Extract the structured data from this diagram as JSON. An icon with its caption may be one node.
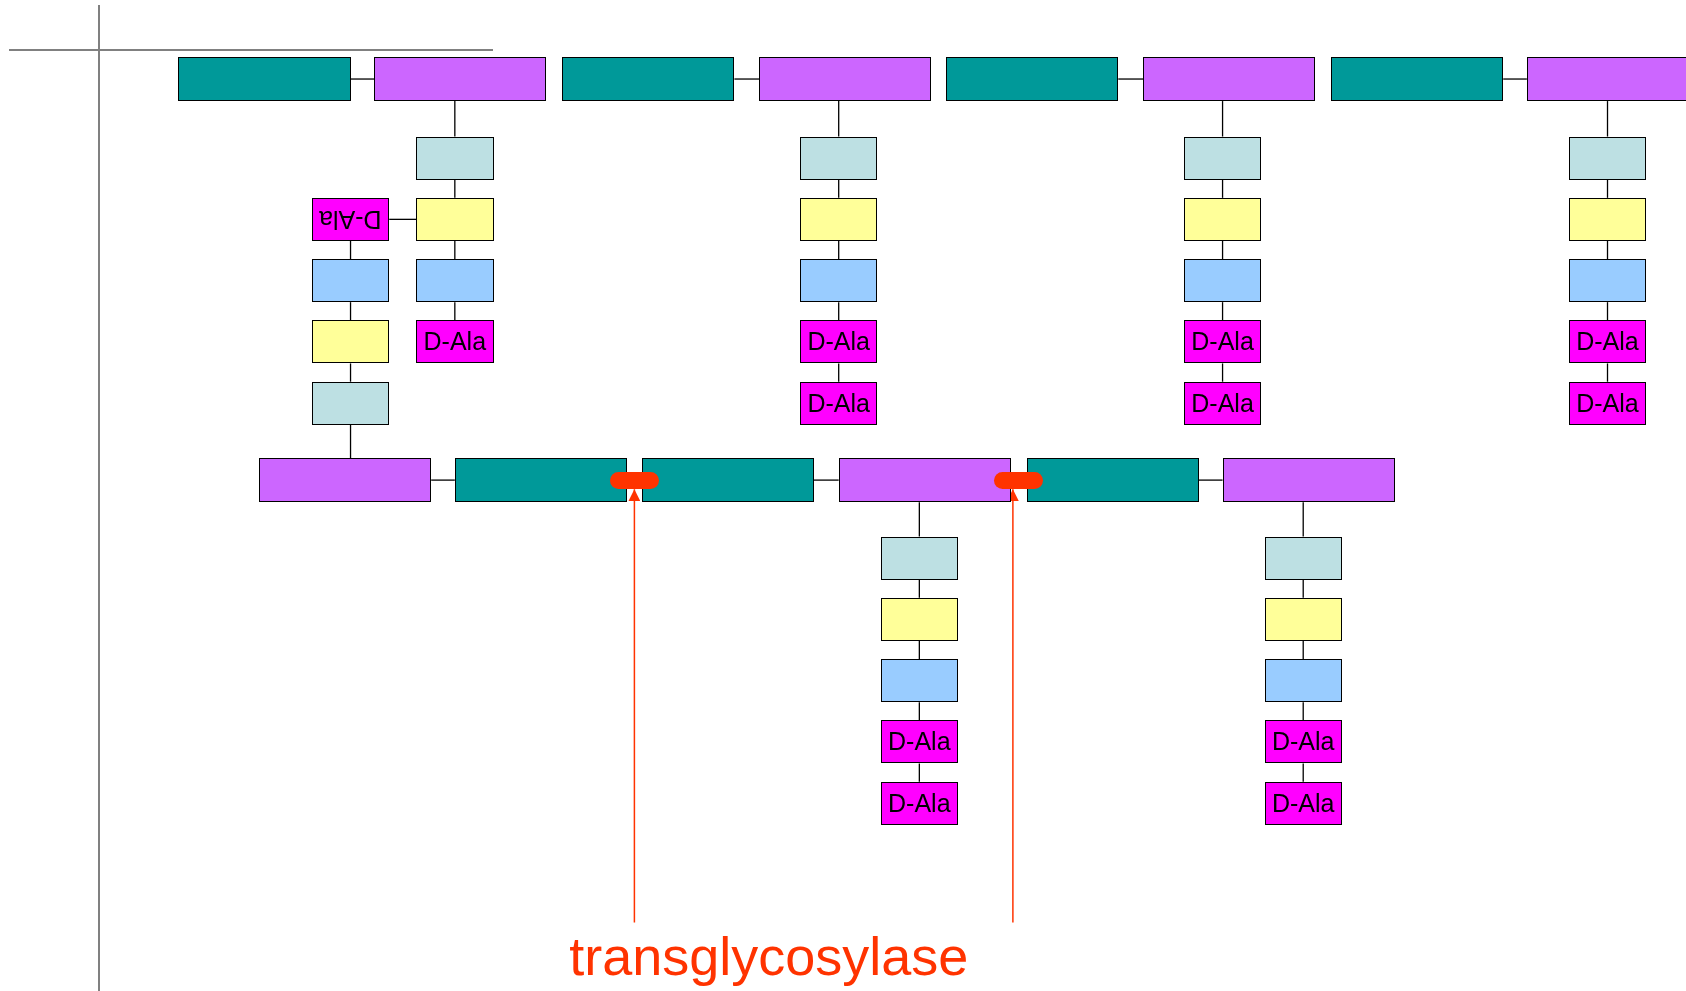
{
  "diagram": {
    "nodes": [
      {
        "text": [],
        "shape": "box"
      },
      {
        "text": [],
        "shape": "box"
      },
      {
        "text": [],
        "shape": "box"
      },
      {
        "text": [],
        "shape": "box"
      },
      {
        "text": [],
        "shape": "box"
      },
      {
        "text": [],
        "shape": "box"
      },
      {
        "text": [],
        "shape": "box"
      },
      {
        "text": [],
        "shape": "box"
      },
      {
        "text": [],
        "shape": "box"
      },
      {
        "text": [],
        "shape": "box"
      },
      {
        "text": [],
        "shape": "box"
      },
      {
        "text": [
          "D-Ala"
        ]
      },
      {
        "text": [
          "D-Ala"
        ]
      },
      {
        "text": [],
        "shape": "box"
      },
      {
        "text": [],
        "shape": "box"
      },
      {
        "text": [],
        "shape": "box"
      },
      {
        "text": [],
        "shape": "box"
      },
      {
        "text": [],
        "shape": "box"
      },
      {
        "text": [],
        "shape": "box"
      },
      {
        "text": [
          "D-Ala"
        ]
      },
      {
        "text": [
          "D-Ala"
        ]
      },
      {
        "text": [],
        "shape": "box"
      },
      {
        "text": [],
        "shape": "box"
      },
      {
        "text": [],
        "shape": "box"
      },
      {
        "text": [
          "D-Ala"
        ]
      },
      {
        "text": [
          "D-Ala"
        ]
      },
      {
        "text": [],
        "shape": "box"
      },
      {
        "text": [],
        "shape": "box"
      },
      {
        "text": [],
        "shape": "box"
      },
      {
        "text": [
          "D-Ala"
        ]
      },
      {
        "text": [
          "D-Ala"
        ]
      },
      {
        "text": [],
        "shape": "box"
      },
      {
        "text": [],
        "shape": "box"
      },
      {
        "text": [],
        "shape": "box"
      },
      {
        "text": [],
        "shape": "box"
      },
      {
        "text": [],
        "shape": "box"
      },
      {
        "text": [],
        "shape": "box"
      },
      {
        "text": [],
        "shape": "oval"
      },
      {
        "text": [],
        "shape": "oval"
      },
      {
        "text": [],
        "shape": "box"
      },
      {
        "text": [],
        "shape": "box"
      },
      {
        "text": [],
        "shape": "box"
      },
      {
        "text": [
          "D-Ala"
        ]
      },
      {
        "text": [
          "D-Ala"
        ]
      },
      {
        "text": [],
        "shape": "box"
      },
      {
        "text": [],
        "shape": "box"
      },
      {
        "text": [],
        "shape": "box"
      },
      {
        "text": [
          "D-Ala"
        ]
      },
      {
        "text": [
          "D-Ala"
        ]
      },
      {
        "text": [
          "transglycosylase"
        ]
      }
    ],
    "edges": [
      {
        "from": 0,
        "to": 1,
        "arrow": "none"
      },
      {
        "from": 2,
        "to": 3,
        "arrow": "none"
      },
      {
        "from": 4,
        "to": 5,
        "arrow": "none"
      },
      {
        "from": 6,
        "to": 7,
        "arrow": "none"
      },
      {
        "from": 1,
        "to": 8,
        "arrow": "none"
      },
      {
        "from": 8,
        "to": 9,
        "arrow": "none"
      },
      {
        "from": 9,
        "to": 10,
        "arrow": "none"
      },
      {
        "from": 10,
        "to": 11,
        "arrow": "none"
      },
      {
        "from": 9,
        "to": 12,
        "arrow": "none"
      },
      {
        "from": 12,
        "to": 13,
        "arrow": "none"
      },
      {
        "from": 13,
        "to": 14,
        "arrow": "none"
      },
      {
        "from": 14,
        "to": 15,
        "arrow": "none"
      },
      {
        "from": 15,
        "to": 31,
        "arrow": "none"
      },
      {
        "from": 3,
        "to": 16,
        "arrow": "none"
      },
      {
        "from": 16,
        "to": 17,
        "arrow": "none"
      },
      {
        "from": 17,
        "to": 18,
        "arrow": "none"
      },
      {
        "from": 18,
        "to": 19,
        "arrow": "none"
      },
      {
        "from": 19,
        "to": 20,
        "arrow": "none"
      },
      {
        "from": 5,
        "to": 21,
        "arrow": "none"
      },
      {
        "from": 21,
        "to": 22,
        "arrow": "none"
      },
      {
        "from": 22,
        "to": 23,
        "arrow": "none"
      },
      {
        "from": 23,
        "to": 24,
        "arrow": "none"
      },
      {
        "from": 24,
        "to": 25,
        "arrow": "none"
      },
      {
        "from": 7,
        "to": 26,
        "arrow": "none"
      },
      {
        "from": 26,
        "to": 27,
        "arrow": "none"
      },
      {
        "from": 27,
        "to": 28,
        "arrow": "none"
      },
      {
        "from": 28,
        "to": 29,
        "arrow": "none"
      },
      {
        "from": 29,
        "to": 30,
        "arrow": "none"
      },
      {
        "from": 31,
        "to": 32,
        "arrow": "none"
      },
      {
        "from": 33,
        "to": 34,
        "arrow": "none"
      },
      {
        "from": 35,
        "to": 36,
        "arrow": "none"
      },
      {
        "from": 34,
        "to": 39,
        "arrow": "none"
      },
      {
        "from": 39,
        "to": 40,
        "arrow": "none"
      },
      {
        "from": 40,
        "to": 41,
        "arrow": "none"
      },
      {
        "from": 41,
        "to": 42,
        "arrow": "none"
      },
      {
        "from": 42,
        "to": 43,
        "arrow": "none"
      },
      {
        "from": 36,
        "to": 44,
        "arrow": "none"
      },
      {
        "from": 44,
        "to": 45,
        "arrow": "none"
      },
      {
        "from": 45,
        "to": 46,
        "arrow": "none"
      },
      {
        "from": 46,
        "to": 47,
        "arrow": "none"
      },
      {
        "from": 47,
        "to": 48,
        "arrow": "none"
      },
      {
        "from": 49,
        "to": 37,
        "arrow": "to",
        "color": "#ff3300"
      },
      {
        "from": 49,
        "to": 38,
        "arrow": "to",
        "color": "#ff3300"
      }
    ]
  }
}
